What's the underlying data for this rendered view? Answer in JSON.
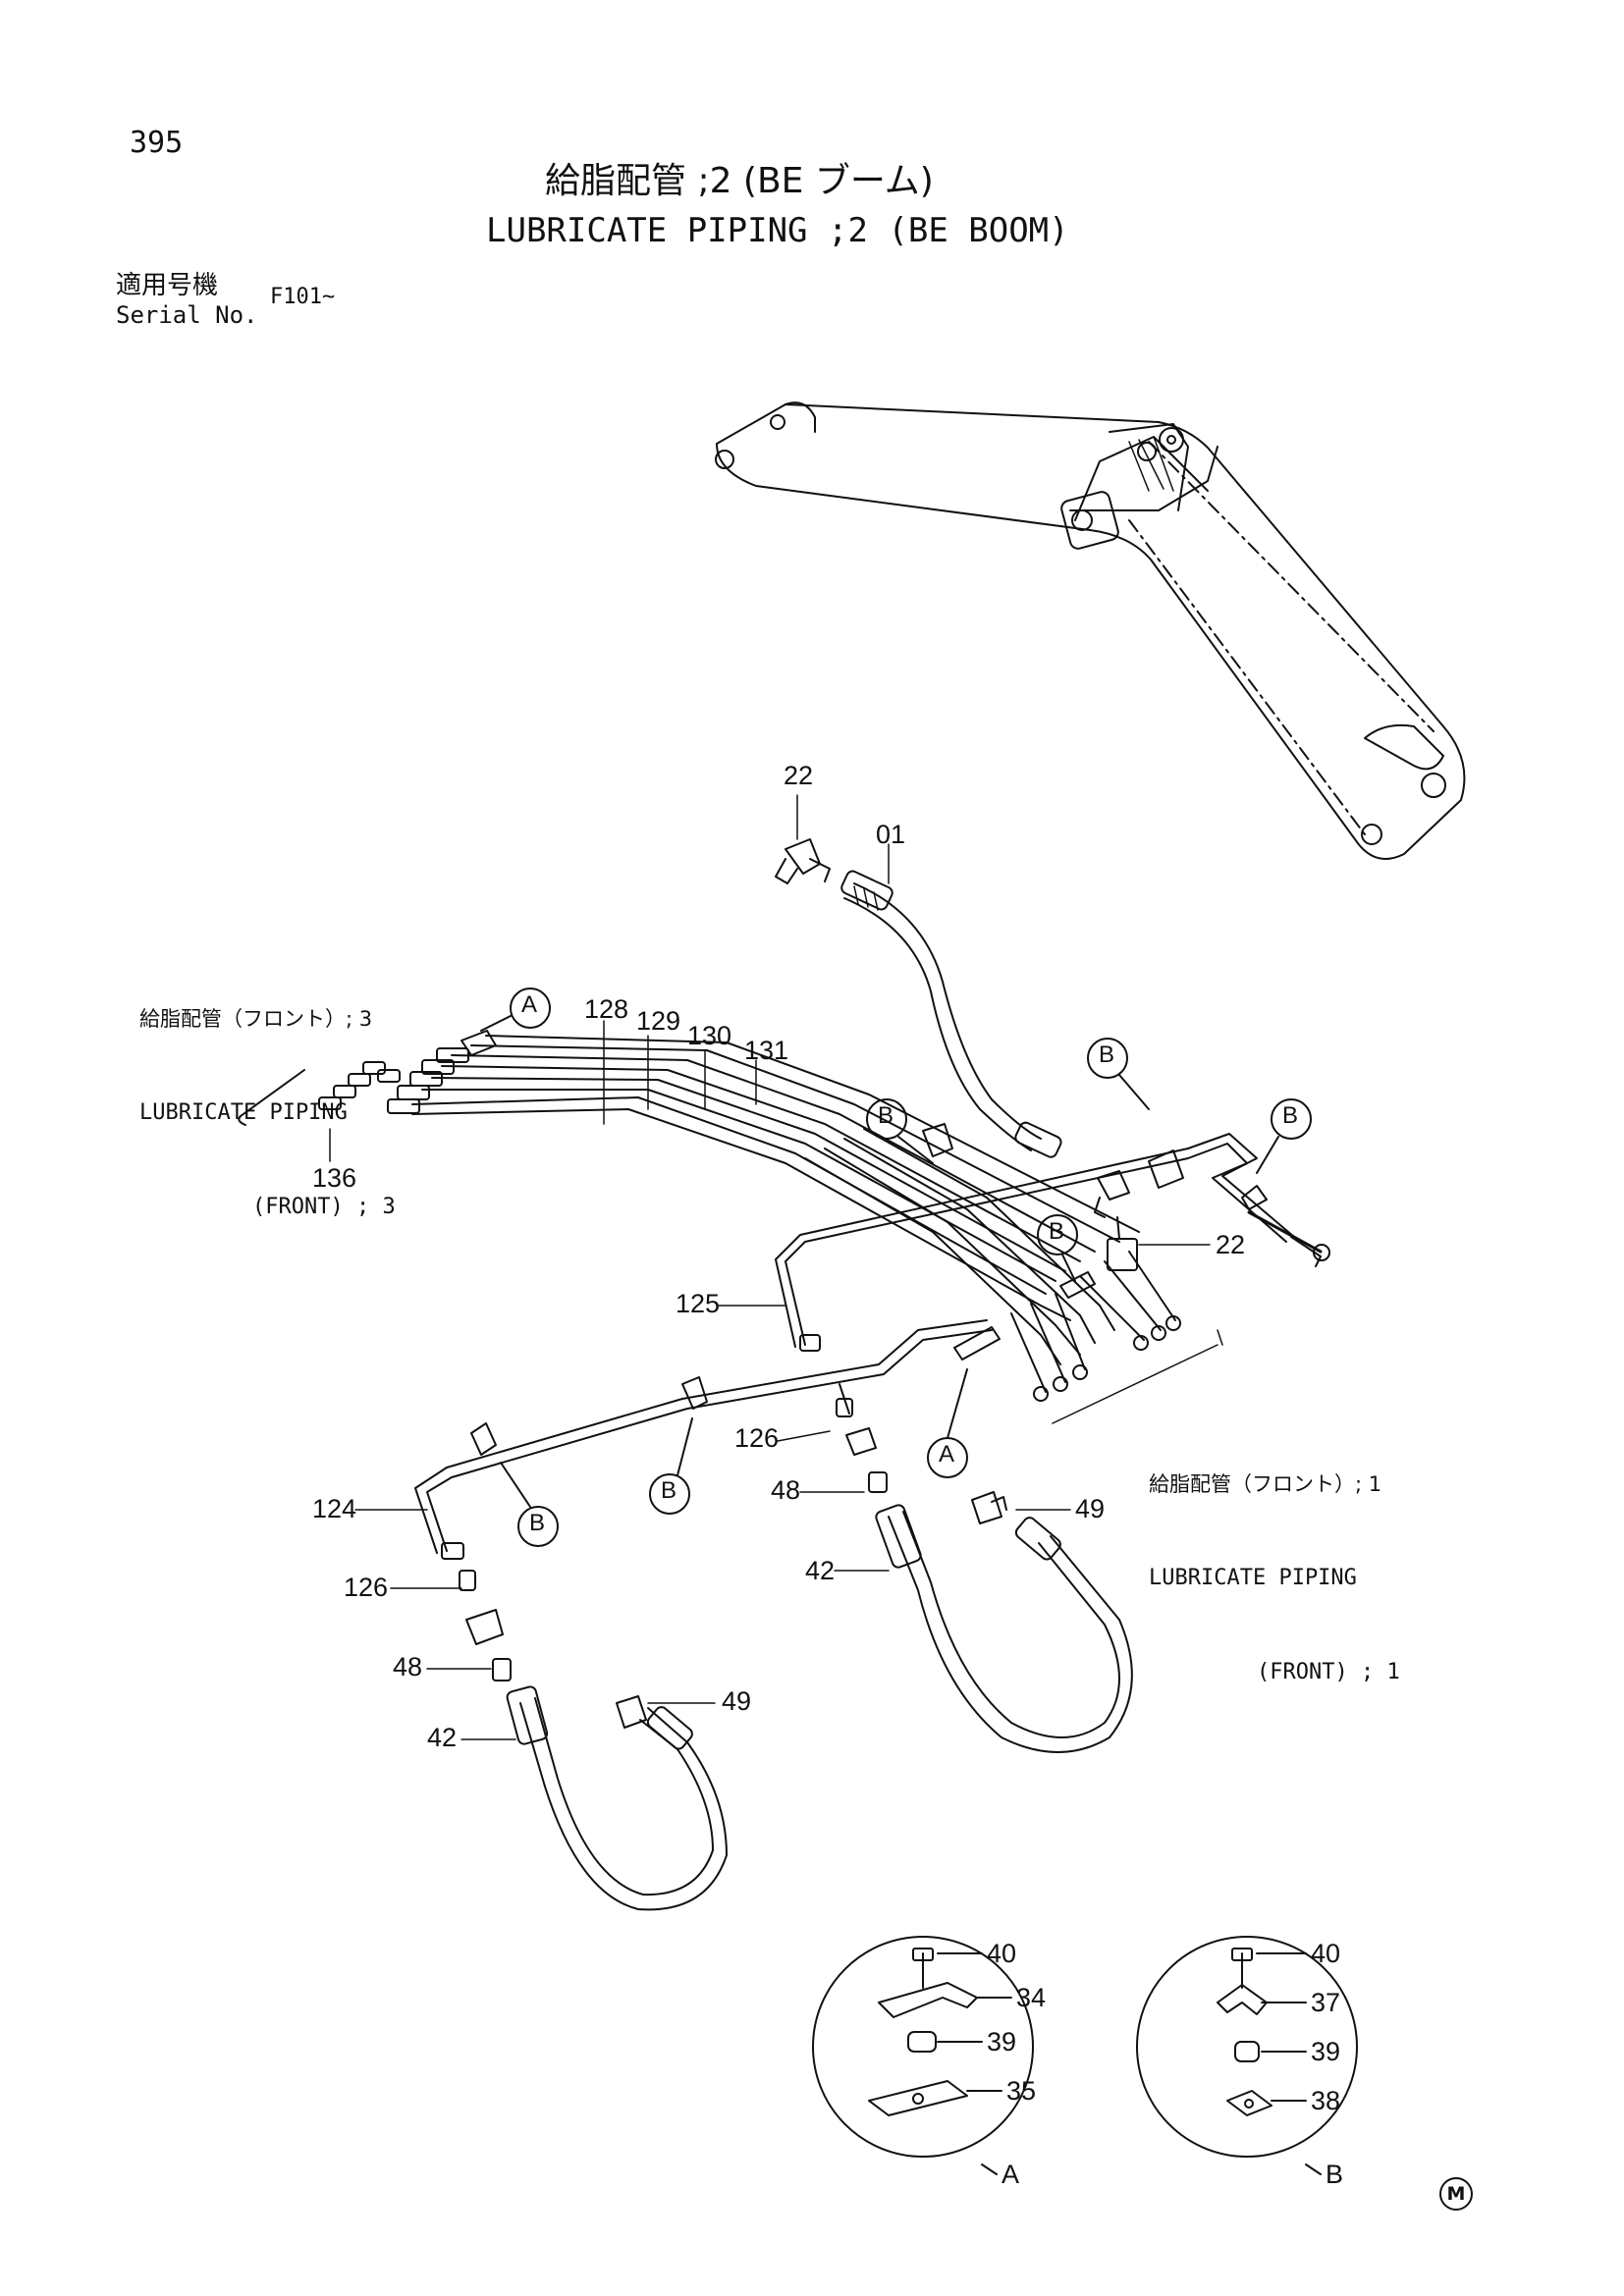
{
  "page_number": "395",
  "title": {
    "japanese": "給脂配管 ;2 (BE ブーム)",
    "english": "LUBRICATE PIPING ;2 (BE BOOM)"
  },
  "serial": {
    "label_jp": "適用号機",
    "label_en": "Serial No.",
    "value": "F101~"
  },
  "references": {
    "front3": {
      "jp": "給脂配管（フロント）; 3",
      "en_line1": "LUBRICATE PIPING",
      "en_line2": "(FRONT) ; 3"
    },
    "front1": {
      "jp": "給脂配管（フロント）; 1",
      "en_line1": "LUBRICATE PIPING",
      "en_line2": "(FRONT) ; 1"
    }
  },
  "callouts": {
    "p22a": "22",
    "p01": "01",
    "p128": "128",
    "p129": "129",
    "p130": "130",
    "p131": "131",
    "p136": "136",
    "p22b": "22",
    "p125": "125",
    "p126a": "126",
    "p48a": "48",
    "p49a": "49",
    "p42a": "42",
    "p124": "124",
    "p126b": "126",
    "p48b": "48",
    "p49b": "49",
    "p42b": "42",
    "dA40": "40",
    "dA34": "34",
    "dA39": "39",
    "dA35": "35",
    "dB40": "40",
    "dB37": "37",
    "dB39": "39",
    "dB38": "38"
  },
  "clamp_markers": {
    "a": "A",
    "b": "B"
  },
  "detail_labels": {
    "a": "A",
    "b": "B"
  },
  "mark": "M"
}
